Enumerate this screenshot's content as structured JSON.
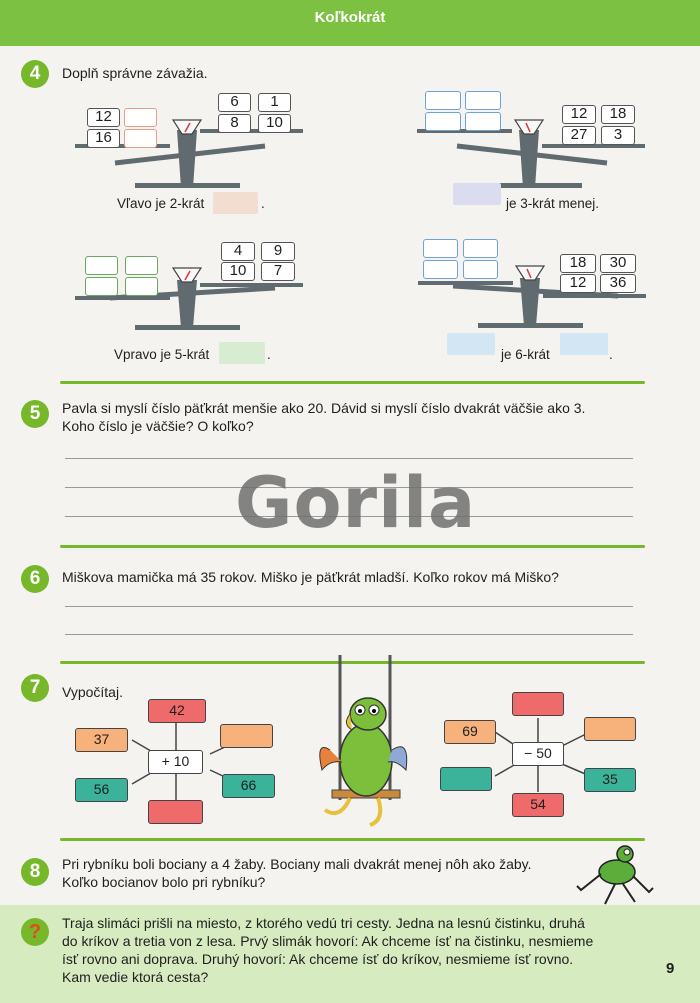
{
  "header": {
    "title": "Koľkokrát"
  },
  "page_number": "9",
  "watermark": "Gorila",
  "task4": {
    "number": "4",
    "instruction": "Doplň správne závažia.",
    "scales": [
      {
        "left_boxes": [
          "12",
          "",
          "16",
          ""
        ],
        "right_boxes": [
          "6",
          "1",
          "8",
          "10"
        ],
        "caption_pre": "Vľavo je 2-krát",
        "caption_post": ".",
        "fill": "#f3dcd0"
      },
      {
        "left_boxes": [
          "",
          "",
          "",
          ""
        ],
        "right_boxes": [
          "12",
          "18",
          "27",
          "3"
        ],
        "caption_pre": "",
        "caption_post": "je 3-krát menej.",
        "fill": "#dcdcf1"
      },
      {
        "left_boxes": [
          "",
          "",
          "",
          ""
        ],
        "right_boxes": [
          "4",
          "9",
          "10",
          "7"
        ],
        "caption_pre": "Vpravo je 5-krát",
        "caption_post": ".",
        "fill": "#d7ecd1"
      },
      {
        "left_boxes": [
          "",
          "",
          "",
          ""
        ],
        "right_boxes": [
          "18",
          "30",
          "12",
          "36"
        ],
        "caption_pre": "",
        "caption_post": "je 6-krát",
        "caption_end": ".",
        "fill": "#d3e6f3"
      }
    ]
  },
  "task5": {
    "number": "5",
    "line1": "Pavla si myslí číslo päťkrát menšie ako 20. Dávid si myslí číslo dvakrát väčšie ako 3.",
    "line2": "Koho číslo je väčšie? O koľko?"
  },
  "task6": {
    "number": "6",
    "text": "Miškova mamička má 35 rokov. Miško je päťkrát mladší. Koľko rokov má Miško?"
  },
  "task7": {
    "number": "7",
    "instruction": "Vypočítaj.",
    "left": {
      "op": "+ 10",
      "top": "42",
      "left_top": "37",
      "left_bottom": "56",
      "right_top": "",
      "right_bottom": "66",
      "bottom": ""
    },
    "right": {
      "op": "− 50",
      "top": "",
      "left_top": "69",
      "left_bottom": "",
      "right_top": "",
      "right_bottom": "35",
      "bottom": "54"
    }
  },
  "task8": {
    "number": "8",
    "line1": "Pri rybníku boli bociany a 4 žaby. Bociany mali dvakrát menej nôh ako žaby.",
    "line2": "Koľko bocianov bolo pri rybníku?"
  },
  "riddle": {
    "icon_text": "?",
    "lines": [
      "Traja slimáci prišli na miesto, z ktorého vedú tri cesty. Jedna na lesnú čistinku, druhá",
      "do kríkov a tretia von z lesa. Prvý slimák hovorí: Ak chceme ísť na čistinku, nesmieme",
      "ísť rovno ani doprava. Druhý hovorí: Ak chceme ísť do kríkov, nesmieme ísť rovno.",
      "Kam vedie ktorá cesta?"
    ]
  },
  "colors": {
    "green": "#76b82a",
    "header": "#7cc142",
    "orange": "#f6b27a",
    "red": "#ef6a6a",
    "teal": "#3bb39a",
    "scale": "#5f6b6e",
    "box_red": "#f2b7a8",
    "box_green": "#8fcf7a",
    "box_blue": "#8fc4ea"
  }
}
